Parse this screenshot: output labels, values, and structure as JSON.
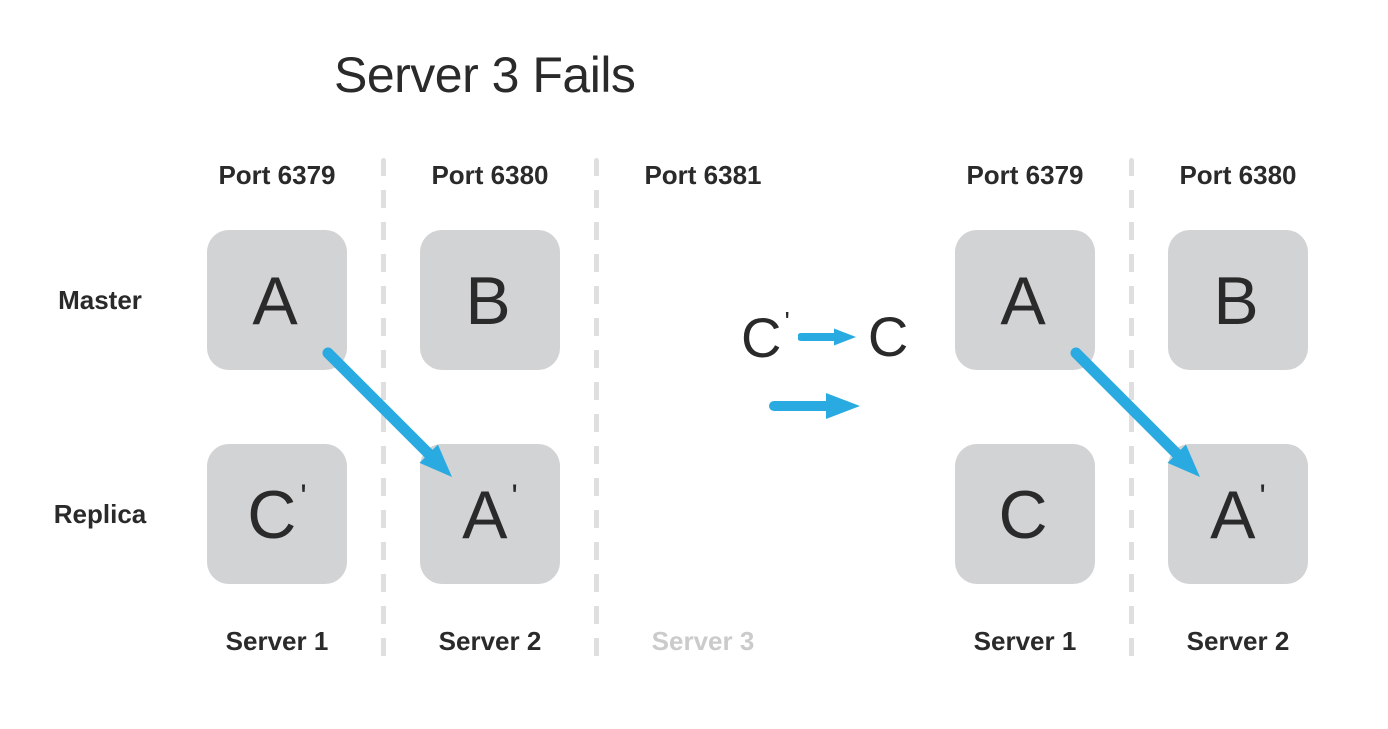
{
  "title": "Server 3 Fails",
  "colors": {
    "arrow_blue": "#29ABE2",
    "box_gray": "#D2D3D4",
    "text_dark": "#2B2A2B",
    "muted_gray": "#CBCBCC",
    "divider_gray": "#DFDFDF"
  },
  "row_labels": {
    "master": "Master",
    "replica": "Replica"
  },
  "before": {
    "ports": [
      {
        "label": "Port 6379"
      },
      {
        "label": "Port 6380"
      },
      {
        "label": "Port 6381"
      }
    ],
    "master_boxes": [
      {
        "letter": "A",
        "prime": ""
      },
      {
        "letter": "B",
        "prime": ""
      }
    ],
    "replica_boxes": [
      {
        "letter": "C",
        "prime": "'"
      },
      {
        "letter": "A",
        "prime": "'"
      }
    ],
    "servers": [
      {
        "label": "Server 1",
        "failed": false
      },
      {
        "label": "Server 2",
        "failed": false
      },
      {
        "label": "Server 3",
        "failed": true
      }
    ]
  },
  "transition": {
    "from_letter": "C",
    "from_prime": "'",
    "to_letter": "C"
  },
  "after": {
    "ports": [
      {
        "label": "Port 6379"
      },
      {
        "label": "Port 6380"
      }
    ],
    "master_boxes": [
      {
        "letter": "A",
        "prime": ""
      },
      {
        "letter": "B",
        "prime": ""
      }
    ],
    "replica_boxes": [
      {
        "letter": "C",
        "prime": ""
      },
      {
        "letter": "A",
        "prime": "'"
      }
    ],
    "servers": [
      {
        "label": "Server 1",
        "failed": false
      },
      {
        "label": "Server 2",
        "failed": false
      }
    ]
  }
}
